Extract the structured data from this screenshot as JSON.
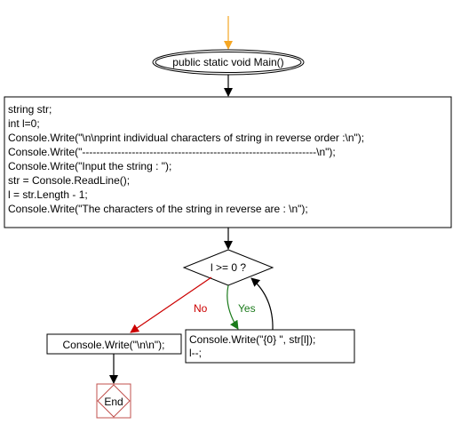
{
  "start": {
    "label": "public static void Main()"
  },
  "process": {
    "lines": [
      "string str;",
      "int l=0;",
      "Console.Write(\"\\n\\nprint individual characters of string in reverse order :\\n\");",
      "Console.Write(\"------------------------------------------------------------------\\n\");",
      "Console.Write(\"Input the string : \");",
      "str = Console.ReadLine();",
      "l = str.Length - 1;",
      "Console.Write(\"The characters of the string in reverse are : \\n\");"
    ]
  },
  "decision": {
    "label": "l >= 0 ?"
  },
  "no_branch": {
    "label": "No",
    "box": "Console.Write(\"\\n\\n\");"
  },
  "yes_branch": {
    "label": "Yes",
    "lines": [
      "Console.Write(\"{0} \", str[l]);",
      "l--;"
    ]
  },
  "end": {
    "label": "End"
  },
  "colors": {
    "start_arrow": "#f5a623",
    "line": "#000000",
    "no": "#cc0000",
    "yes": "#1a7a1a",
    "end_border": "#c0504d"
  }
}
